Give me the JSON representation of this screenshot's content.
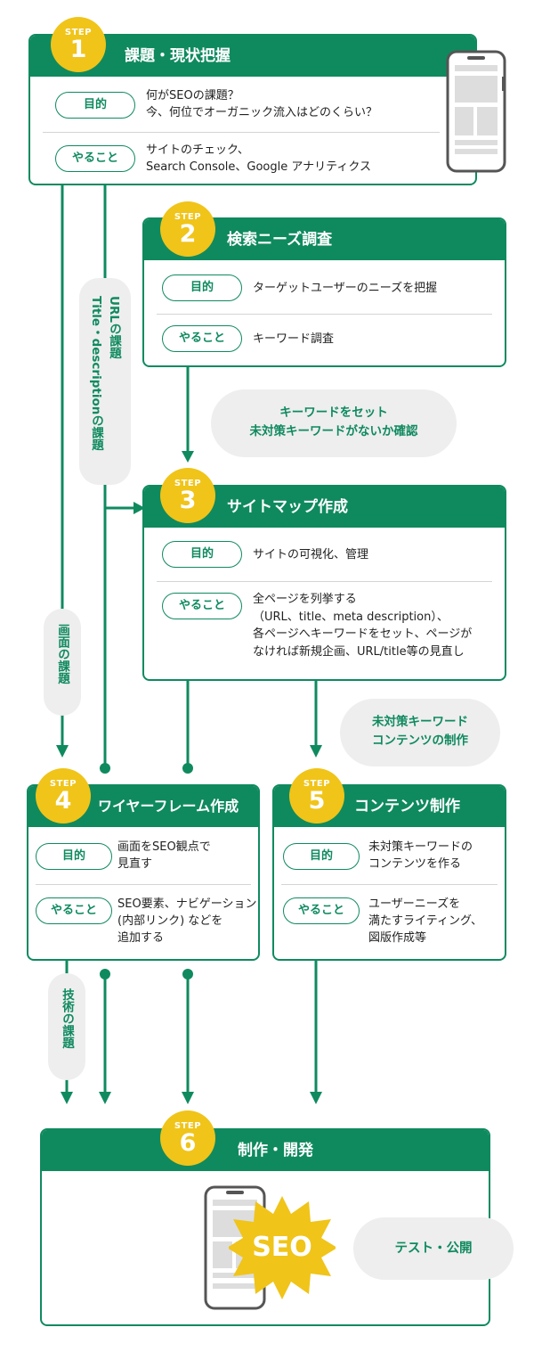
{
  "colors": {
    "accent": "#0f8a5f",
    "badge": "#f0c419",
    "bubble_bg": "#eeeeee"
  },
  "step_label": "STEP",
  "steps": [
    {
      "num": "1",
      "title": "課題・現状把握",
      "rows": [
        {
          "pill": "目的",
          "text": "何がSEOの課題？\n今、何位でオーガニック流入はどのくらい？"
        },
        {
          "pill": "やること",
          "text": "サイトのチェック、\nSearch Console、Google アナリティクス"
        }
      ]
    },
    {
      "num": "2",
      "title": "検索ニーズ調査",
      "rows": [
        {
          "pill": "目的",
          "text": "ターゲットユーザーのニーズを把握"
        },
        {
          "pill": "やること",
          "text": "キーワード調査"
        }
      ]
    },
    {
      "num": "3",
      "title": "サイトマップ作成",
      "rows": [
        {
          "pill": "目的",
          "text": "サイトの可視化、管理"
        },
        {
          "pill": "やること",
          "text": "全ページを列挙する\n（URL、title、meta description）、\n各ページへキーワードをセット、ページが\nなければ新規企画、URL/title等の見直し"
        }
      ]
    },
    {
      "num": "4",
      "title": "ワイヤーフレーム作成",
      "rows": [
        {
          "pill": "目的",
          "text": "画面をSEO観点で\n見直す"
        },
        {
          "pill": "やること",
          "text": "SEO要素、ナビゲーション\n(内部リンク) などを\n追加する"
        }
      ]
    },
    {
      "num": "5",
      "title": "コンテンツ制作",
      "rows": [
        {
          "pill": "目的",
          "text": "未対策キーワードの\nコンテンツを作る"
        },
        {
          "pill": "やること",
          "text": "ユーザーニーズを\n満たすライティング、\n図版作成等"
        }
      ]
    },
    {
      "num": "6",
      "title": "制作・開発",
      "rows": []
    }
  ],
  "bubbles": {
    "keyword_set": "キーワードをセット\n未対策キーワードがないか確認",
    "untargeted_content": "未対策キーワード\nコンテンツの制作",
    "test_publish": "テスト・公開"
  },
  "side_labels": {
    "url_title_line1": "URLの課題",
    "url_title_line2": "Title・descriptionの課題",
    "screen": "画面の課題",
    "tech": "技術の課題"
  },
  "seo_badge": "SEO"
}
